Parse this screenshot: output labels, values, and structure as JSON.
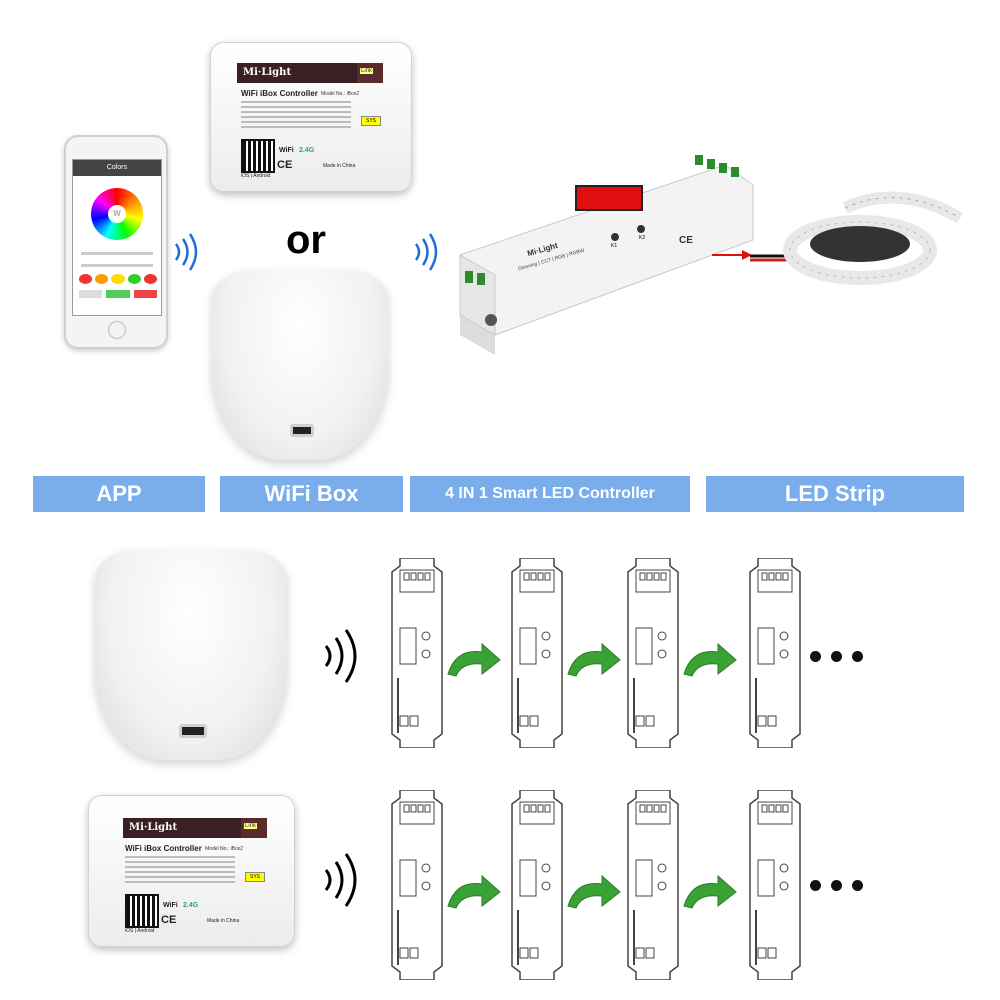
{
  "ibox": {
    "brand": "Mi·Light",
    "title": "WiFi iBox Controller",
    "model": "Model No.: iBox2",
    "wifi": "WiFi",
    "freq": "2.4G",
    "os": "iOS | Android",
    "made": "Made in China",
    "ce": "CE",
    "link": "Link",
    "sys": "SYS"
  },
  "phone": {
    "screen_title": "Colors",
    "wheel_center": "W"
  },
  "connector_word": "or",
  "controller": {
    "brand": "Mi·Light",
    "subtitle": "Dimming | CCT | RGB | RGBW",
    "keys": [
      "K1",
      "K2"
    ],
    "ce": "CE"
  },
  "banners": [
    "APP",
    "WiFi Box",
    "4 IN 1 Smart LED Controller",
    "LED Strip"
  ],
  "colors": {
    "banner": "#79adec",
    "arrow_green": "#3aa335",
    "signal_blue": "#1e6fd9",
    "led_red": "#e01010"
  },
  "icons": [
    "wifi-signal-icon",
    "right-arrow-icon",
    "curved-arrow-icon",
    "ellipsis-icon"
  ]
}
